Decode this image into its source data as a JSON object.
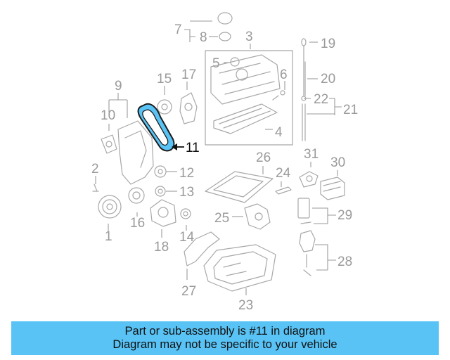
{
  "diagram": {
    "highlight_color": "#2ea9e6",
    "callouts": [
      "1",
      "2",
      "3",
      "4",
      "5",
      "6",
      "7",
      "8",
      "9",
      "10",
      "11",
      "12",
      "13",
      "14",
      "15",
      "16",
      "17",
      "18",
      "19",
      "20",
      "21",
      "22",
      "23",
      "24",
      "25",
      "26",
      "27",
      "28",
      "29",
      "30",
      "31"
    ],
    "highlighted_callout": "11"
  },
  "caption": {
    "background": "#59c3f5",
    "line1": "Part or sub-assembly is #11 in diagram",
    "line2": "Diagram may not be specific to your vehicle"
  }
}
